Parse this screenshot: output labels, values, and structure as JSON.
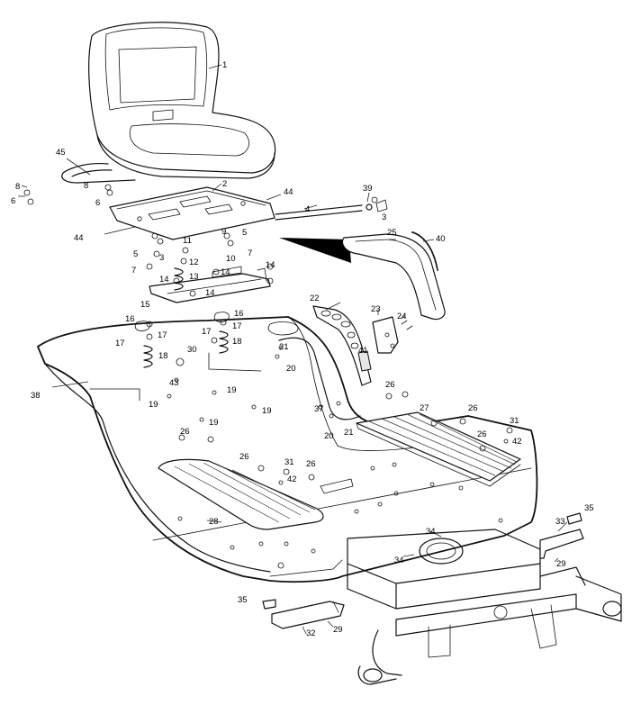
{
  "callouts": [
    {
      "id": "c1",
      "text": "1"
    },
    {
      "id": "c2",
      "text": "2"
    },
    {
      "id": "c3a",
      "text": "3"
    },
    {
      "id": "c3b",
      "text": "3"
    },
    {
      "id": "c4",
      "text": "4"
    },
    {
      "id": "c5a",
      "text": "5"
    },
    {
      "id": "c5b",
      "text": "5"
    },
    {
      "id": "c6a",
      "text": "6"
    },
    {
      "id": "c6b",
      "text": "6"
    },
    {
      "id": "c7a",
      "text": "7"
    },
    {
      "id": "c7b",
      "text": "7"
    },
    {
      "id": "c8a",
      "text": "8"
    },
    {
      "id": "c8b",
      "text": "8"
    },
    {
      "id": "c9",
      "text": "9"
    },
    {
      "id": "c10",
      "text": "10"
    },
    {
      "id": "c11",
      "text": "11"
    },
    {
      "id": "c12",
      "text": "12"
    },
    {
      "id": "c13",
      "text": "13"
    },
    {
      "id": "c14a",
      "text": "14"
    },
    {
      "id": "c14b",
      "text": "14"
    },
    {
      "id": "c14c",
      "text": "14"
    },
    {
      "id": "c14d",
      "text": "14"
    },
    {
      "id": "c15",
      "text": "15"
    },
    {
      "id": "c16a",
      "text": "16"
    },
    {
      "id": "c16b",
      "text": "16"
    },
    {
      "id": "c17a",
      "text": "17"
    },
    {
      "id": "c17b",
      "text": "17"
    },
    {
      "id": "c17c",
      "text": "17"
    },
    {
      "id": "c17d",
      "text": "17"
    },
    {
      "id": "c18a",
      "text": "18"
    },
    {
      "id": "c18b",
      "text": "18"
    },
    {
      "id": "c19a",
      "text": "19"
    },
    {
      "id": "c19b",
      "text": "19"
    },
    {
      "id": "c19c",
      "text": "19"
    },
    {
      "id": "c19d",
      "text": "19"
    },
    {
      "id": "c20a",
      "text": "20"
    },
    {
      "id": "c20b",
      "text": "20"
    },
    {
      "id": "c21a",
      "text": "21"
    },
    {
      "id": "c21b",
      "text": "21"
    },
    {
      "id": "c22",
      "text": "22"
    },
    {
      "id": "c23",
      "text": "23"
    },
    {
      "id": "c24",
      "text": "24"
    },
    {
      "id": "c25",
      "text": "25"
    },
    {
      "id": "c26a",
      "text": "26"
    },
    {
      "id": "c26b",
      "text": "26"
    },
    {
      "id": "c26c",
      "text": "26"
    },
    {
      "id": "c26d",
      "text": "26"
    },
    {
      "id": "c26e",
      "text": "26"
    },
    {
      "id": "c26f",
      "text": "26"
    },
    {
      "id": "c27",
      "text": "27"
    },
    {
      "id": "c28",
      "text": "28"
    },
    {
      "id": "c29a",
      "text": "29"
    },
    {
      "id": "c29b",
      "text": "29"
    },
    {
      "id": "c30",
      "text": "30"
    },
    {
      "id": "c31a",
      "text": "31"
    },
    {
      "id": "c31b",
      "text": "31"
    },
    {
      "id": "c32",
      "text": "32"
    },
    {
      "id": "c33",
      "text": "33"
    },
    {
      "id": "c34a",
      "text": "34"
    },
    {
      "id": "c34b",
      "text": "34"
    },
    {
      "id": "c35a",
      "text": "35"
    },
    {
      "id": "c35b",
      "text": "35"
    },
    {
      "id": "c37",
      "text": "37"
    },
    {
      "id": "c38",
      "text": "38"
    },
    {
      "id": "c39",
      "text": "39"
    },
    {
      "id": "c40",
      "text": "40"
    },
    {
      "id": "c41",
      "text": "41"
    },
    {
      "id": "c42a",
      "text": "42"
    },
    {
      "id": "c42b",
      "text": "42"
    },
    {
      "id": "c43",
      "text": "43"
    },
    {
      "id": "c44a",
      "text": "44"
    },
    {
      "id": "c44b",
      "text": "44"
    },
    {
      "id": "c45",
      "text": "45"
    }
  ]
}
